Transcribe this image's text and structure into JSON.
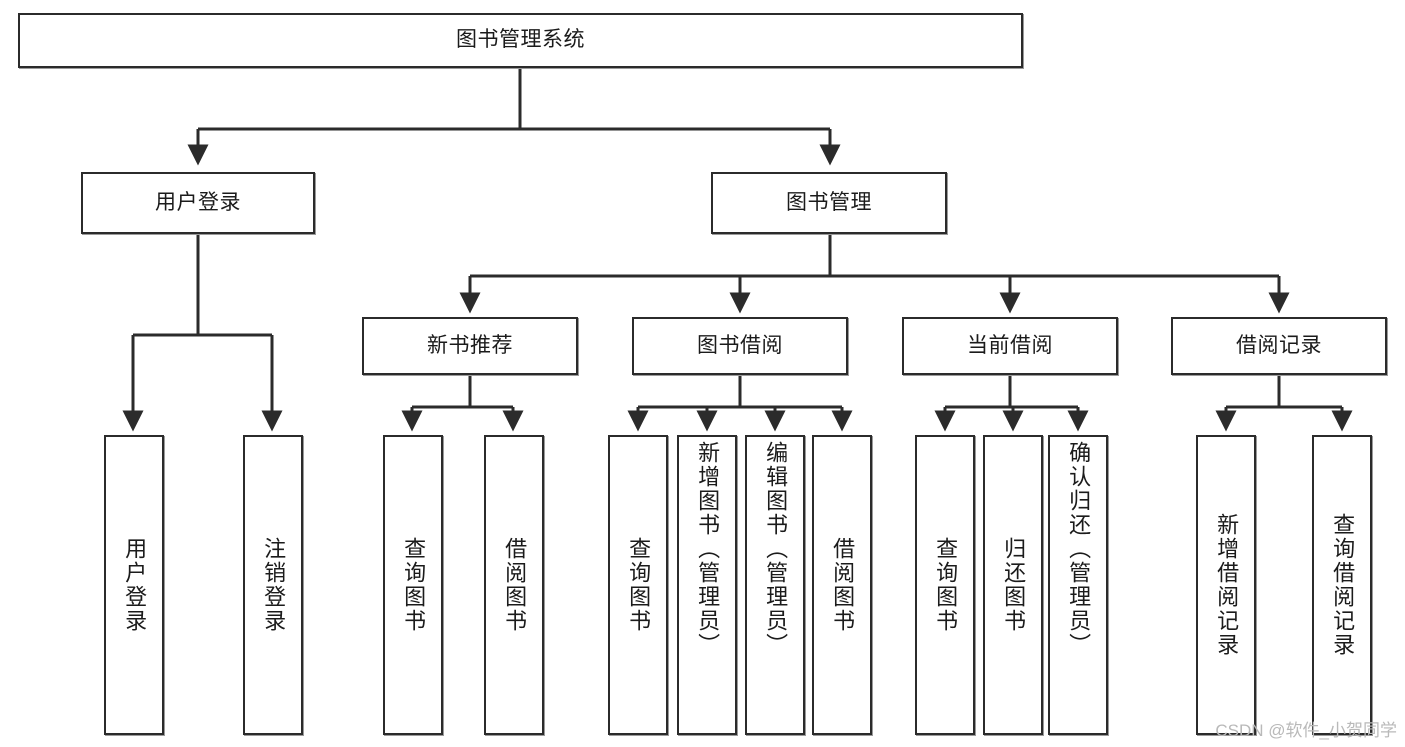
{
  "diagram": {
    "type": "tree-hierarchy-chart",
    "title": "图书管理系统",
    "stroke_color": "#2b2b2b",
    "text_color": "#1b1b1b",
    "background_color": "#ffffff",
    "nodes": {
      "root": {
        "label": "图书管理系统"
      },
      "level1": [
        {
          "id": "user-login",
          "label": "用户登录"
        },
        {
          "id": "book-manage",
          "label": "图书管理"
        }
      ],
      "level2": [
        {
          "id": "new-book-recommend",
          "label": "新书推荐"
        },
        {
          "id": "book-borrow",
          "label": "图书借阅"
        },
        {
          "id": "current-borrow",
          "label": "当前借阅"
        },
        {
          "id": "borrow-record",
          "label": "借阅记录"
        }
      ],
      "leaves": {
        "user-login": [
          {
            "id": "leaf-user-login",
            "label": "用户登录"
          },
          {
            "id": "leaf-logout",
            "label": "注销登录"
          }
        ],
        "new-book-recommend": [
          {
            "id": "leaf-query-book-1",
            "label": "查询图书"
          },
          {
            "id": "leaf-borrow-book-1",
            "label": "借阅图书"
          }
        ],
        "book-borrow": [
          {
            "id": "leaf-query-book-2",
            "label": "查询图书"
          },
          {
            "id": "leaf-add-book",
            "label": "新增图书（管理员）"
          },
          {
            "id": "leaf-edit-book",
            "label": "编辑图书（管理员）"
          },
          {
            "id": "leaf-borrow-book-2",
            "label": "借阅图书"
          }
        ],
        "current-borrow": [
          {
            "id": "leaf-query-book-3",
            "label": "查询图书"
          },
          {
            "id": "leaf-return-book",
            "label": "归还图书"
          },
          {
            "id": "leaf-confirm-return",
            "label": "确认归还（管理员）"
          }
        ],
        "borrow-record": [
          {
            "id": "leaf-add-record",
            "label": "新增借阅记录"
          },
          {
            "id": "leaf-query-record",
            "label": "查询借阅记录"
          }
        ]
      }
    }
  },
  "watermark": {
    "text": "CSDN @软件_小贺同学"
  }
}
